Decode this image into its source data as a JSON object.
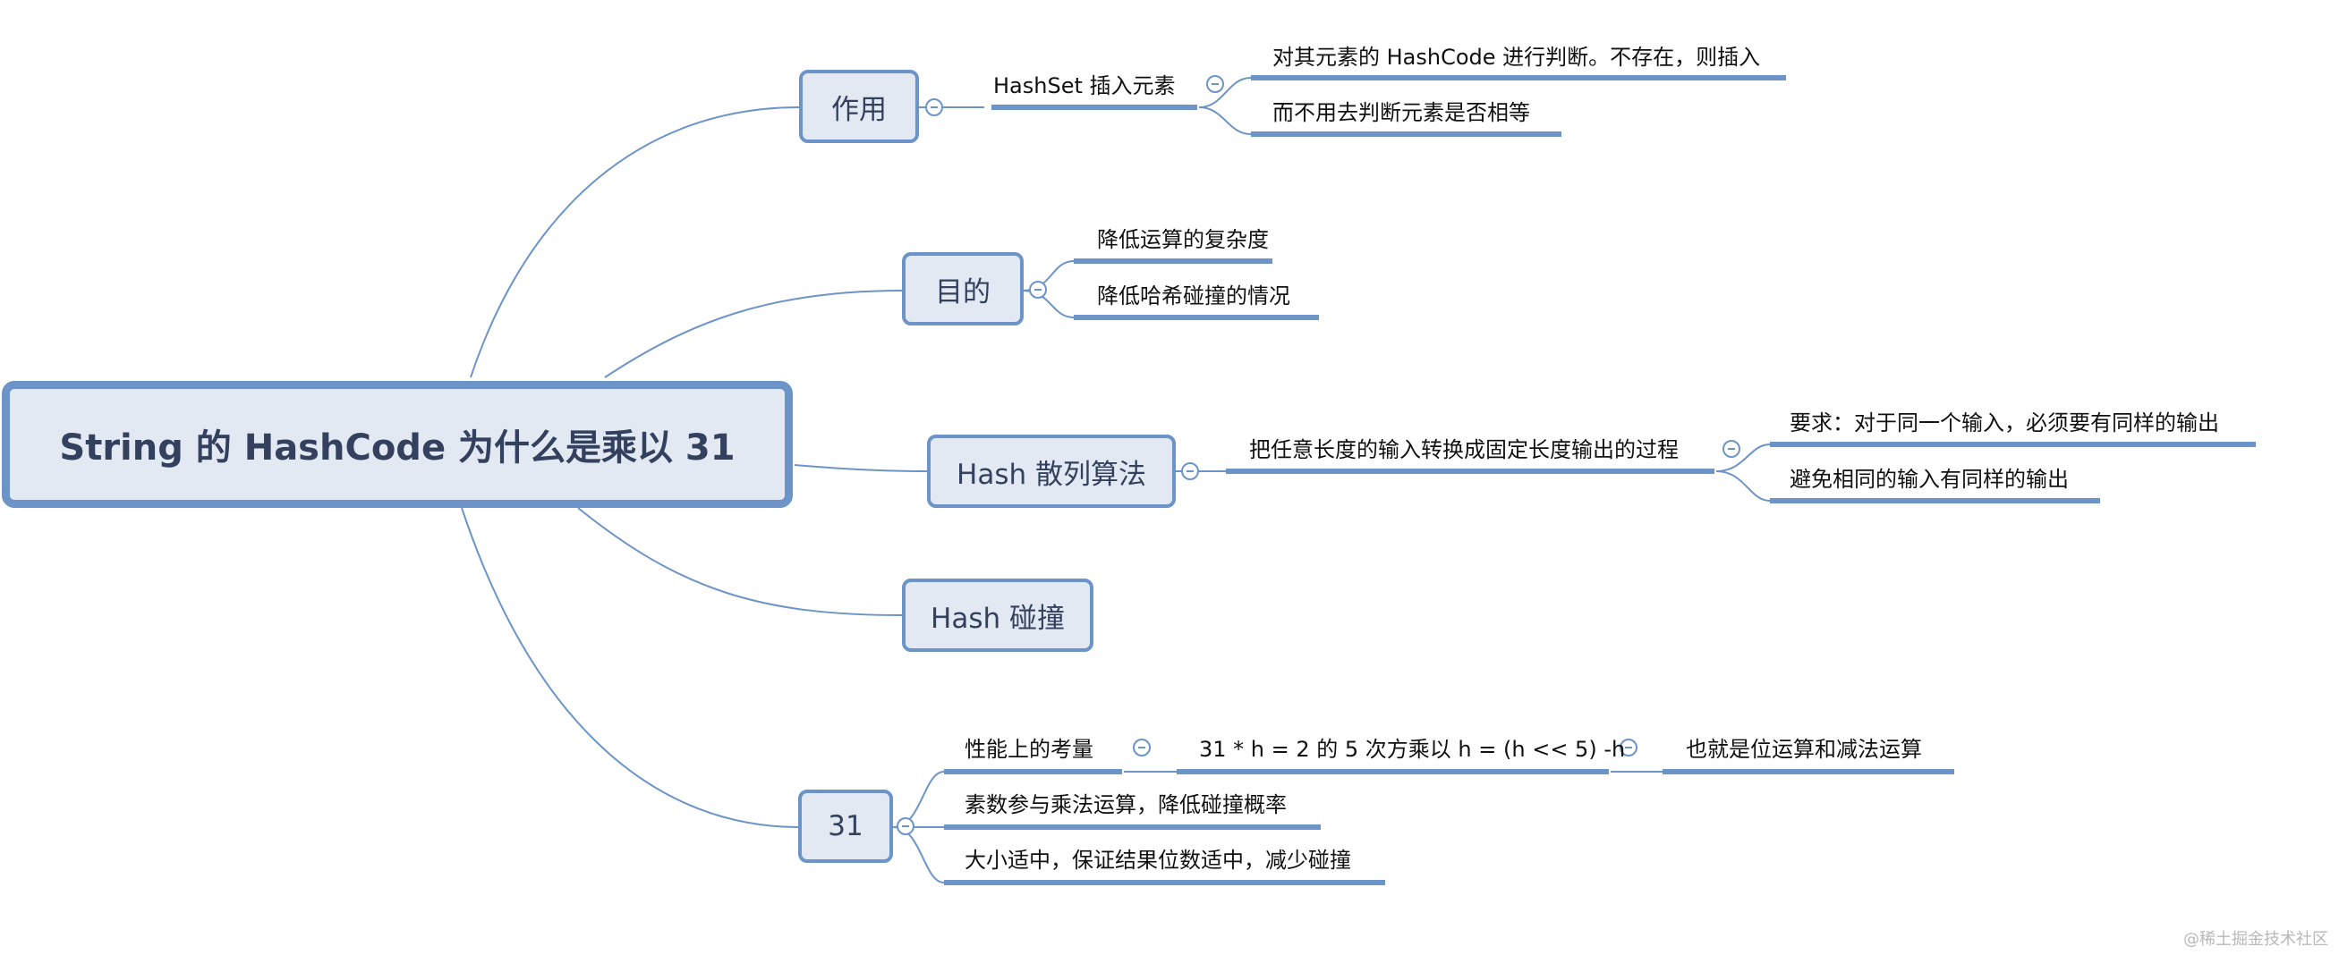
{
  "root": {
    "label": "String 的 HashCode 为什么是乘以 31"
  },
  "branches": {
    "zuoyong": {
      "label": "作用",
      "child": "HashSet 插入元素",
      "grandchildren": [
        "对其元素的 HashCode 进行判断。不存在，则插入",
        "而不用去判断元素是否相等"
      ]
    },
    "mudi": {
      "label": "目的",
      "children": [
        "降低运算的复杂度",
        "降低哈希碰撞的情况"
      ]
    },
    "hash": {
      "label": "Hash 散列算法",
      "child": "把任意长度的输入转换成固定长度输出的过程",
      "grandchildren": [
        "要求：对于同一个输入，必须要有同样的输出",
        "避免相同的输入有同样的输出"
      ]
    },
    "collision": {
      "label": "Hash 碰撞"
    },
    "n31": {
      "label": "31",
      "children": [
        "性能上的考量",
        "素数参与乘法运算，降低碰撞概率",
        "大小适中，保证结果位数适中，减少碰撞"
      ],
      "performance_chain": [
        "31 * h = 2 的 5 次方乘以 h = (h << 5) -h",
        "也就是位运算和减法运算"
      ]
    }
  },
  "watermark": "@稀土掘金技术社区",
  "colors": {
    "line": "#6d94c9",
    "underline": "#6d94c9",
    "node_fill": "#e2e9f3",
    "text": "#33415e"
  }
}
